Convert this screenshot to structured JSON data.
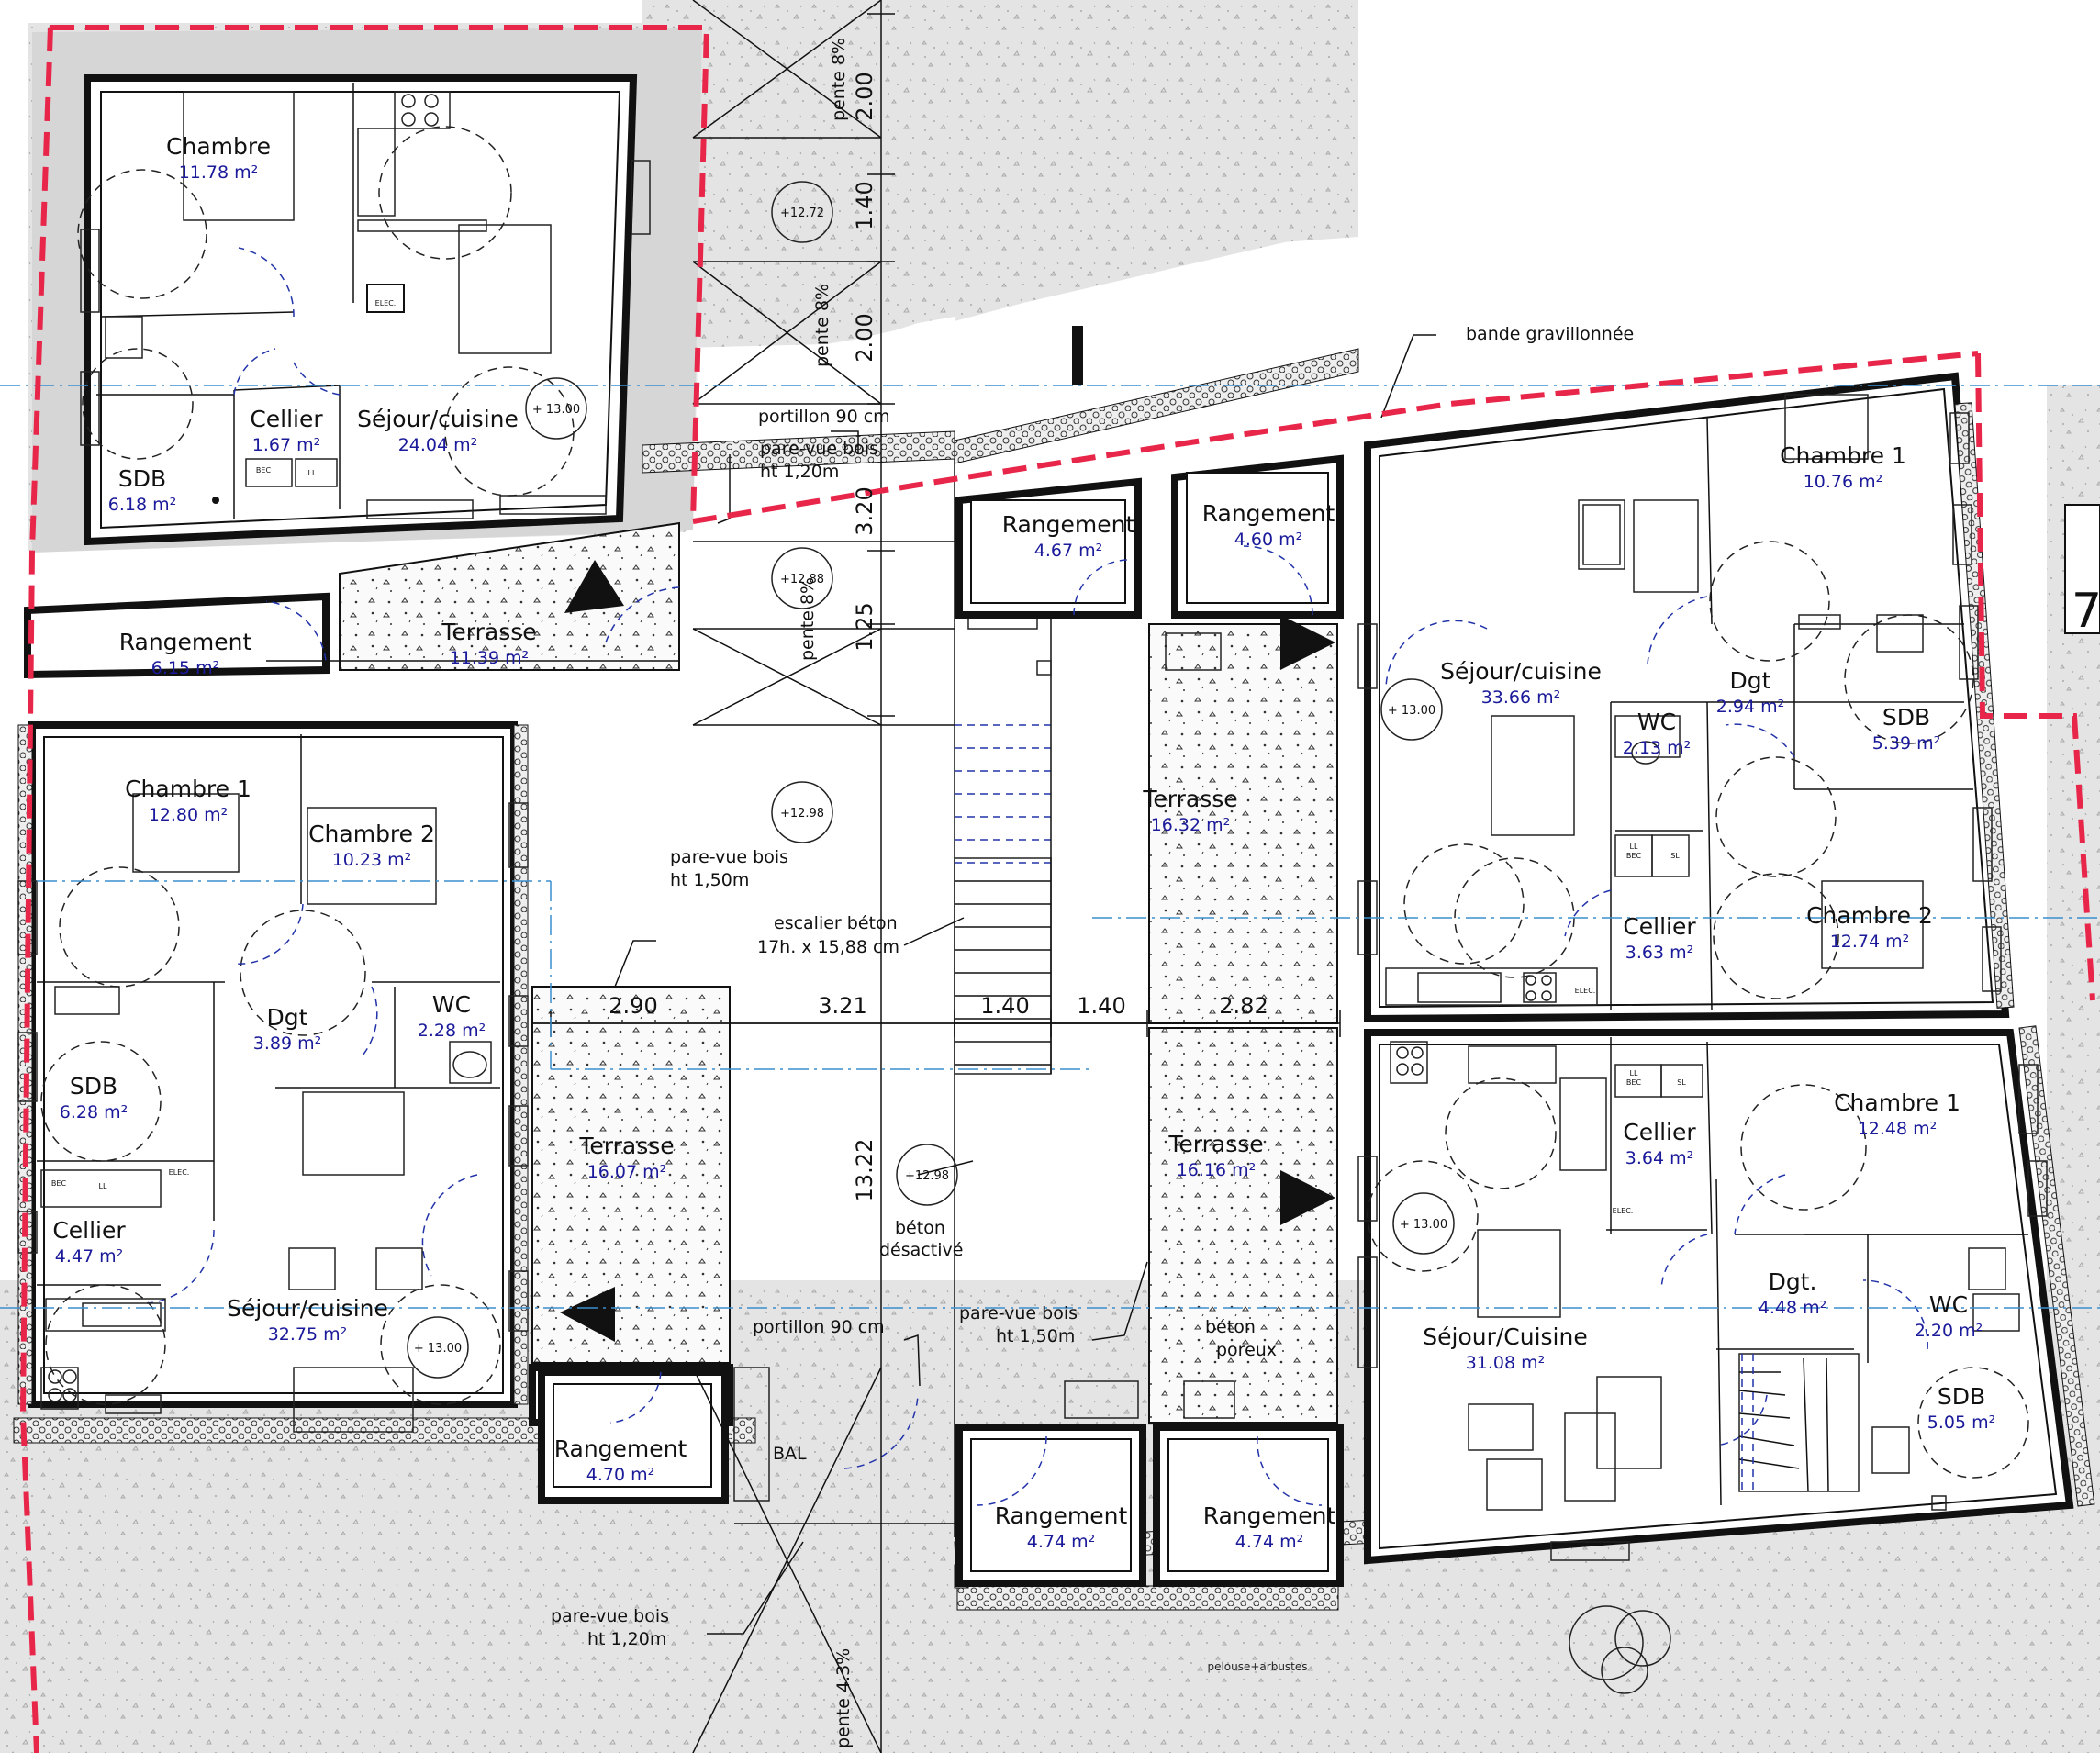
{
  "rooms": {
    "a_chambre": {
      "name": "Chambre",
      "area": "11.78 m²"
    },
    "a_sejour": {
      "name": "Séjour/cuisine",
      "area": "24.04 m²"
    },
    "a_cellier": {
      "name": "Cellier",
      "area": "1.67 m²"
    },
    "a_sdb": {
      "name": "SDB",
      "area": "6.18 m²"
    },
    "a_rangement": {
      "name": "Rangement",
      "area": "6.15 m²"
    },
    "a_terrasse": {
      "name": "Terrasse",
      "area": "11.39 m²"
    },
    "b_chambre1": {
      "name": "Chambre 1",
      "area": "12.80 m²"
    },
    "b_chambre2": {
      "name": "Chambre 2",
      "area": "10.23 m²"
    },
    "b_dgt": {
      "name": "Dgt",
      "area": "3.89 m²"
    },
    "b_wc": {
      "name": "WC",
      "area": "2.28 m²"
    },
    "b_sdb": {
      "name": "SDB",
      "area": "6.28 m²"
    },
    "b_cellier": {
      "name": "Cellier",
      "area": "4.47 m²"
    },
    "b_sejour": {
      "name": "Séjour/cuisine",
      "area": "32.75 m²"
    },
    "b_terrasse": {
      "name": "Terrasse",
      "area": "16.07 m²"
    },
    "b_rangement": {
      "name": "Rangement",
      "area": "4.70 m²"
    },
    "c_rangement1": {
      "name": "Rangement",
      "area": "4.67 m²"
    },
    "c_rangement2": {
      "name": "Rangement",
      "area": "4.60 m²"
    },
    "c_terrasse1": {
      "name": "Terrasse",
      "area": "16.32 m²"
    },
    "c_terrasse2": {
      "name": "Terrasse",
      "area": "16.16 m²"
    },
    "c_rangement3": {
      "name": "Rangement",
      "area": "4.74 m²"
    },
    "c_rangement4": {
      "name": "Rangement",
      "area": "4.74 m²"
    },
    "d_sejour": {
      "name": "Séjour/cuisine",
      "area": "33.66 m²"
    },
    "d_chambre1": {
      "name": "Chambre 1",
      "area": "10.76 m²"
    },
    "d_dgt": {
      "name": "Dgt",
      "area": "2.94 m²"
    },
    "d_wc": {
      "name": "WC",
      "area": "2.13 m²"
    },
    "d_sdb": {
      "name": "SDB",
      "area": "5.39 m²"
    },
    "d_cellier": {
      "name": "Cellier",
      "area": "3.63 m²"
    },
    "d_chambre2": {
      "name": "Chambre 2",
      "area": "12.74 m²"
    },
    "e_sejour": {
      "name": "Séjour/Cuisine",
      "area": "31.08 m²"
    },
    "e_cellier": {
      "name": "Cellier",
      "area": "3.64 m²"
    },
    "e_chambre1": {
      "name": "Chambre 1",
      "area": "12.48 m²"
    },
    "e_dgt": {
      "name": "Dgt.",
      "area": "4.48 m²"
    },
    "e_wc": {
      "name": "WC",
      "area": "2.20 m²"
    },
    "e_sdb": {
      "name": "SDB",
      "area": "5.05 m²"
    }
  },
  "levels": {
    "a": "+ 13.00",
    "b": "+ 13.00",
    "d": "+ 13.00",
    "e": "+ 13.00",
    "p1": "+12.72",
    "p2": "+12.88",
    "p3": "+12.98",
    "p4": "+12.98"
  },
  "dimensions": {
    "v1": "2.00",
    "v2": "1.40",
    "v3": "2.00",
    "v4": "3.20",
    "v5": "1.25",
    "v6": "13.22",
    "h1": "2.90",
    "h2": "3.21",
    "h3": "1.40",
    "h4": "1.40",
    "h5": "2.82"
  },
  "labels": {
    "pente1": "pente 8%",
    "pente2": "pente 8%",
    "pente3": "pente 8%",
    "pente4": "pente 4.3%",
    "portillon_top": "portillon 90 cm",
    "parevue_top_1": "pare-vue bois",
    "parevue_top_2": "ht 1,20m",
    "parevue_mid_1": "pare-vue bois",
    "parevue_mid_2": "ht 1,50m",
    "escalier_1": "escalier béton",
    "escalier_2": "17h. x 15,88 cm",
    "beton_des_1": "béton",
    "beton_des_2": "désactivé",
    "portillon_bottom": "portillon 90 cm",
    "parevue_right_1": "pare-vue bois",
    "parevue_right_2": "ht 1,50m",
    "beton_por_1": "béton",
    "beton_por_2": "poreux",
    "bal": "BAL",
    "parevue_bottom_1": "pare-vue bois",
    "parevue_bottom_2": "ht 1,20m",
    "bande": "bande gravillonnée",
    "pelouse": "pelouse+arbustes",
    "number_edge": "7"
  },
  "fixtures": {
    "bec": "BEC",
    "ll": "LL",
    "sl": "SL",
    "elec": "ELEC."
  }
}
